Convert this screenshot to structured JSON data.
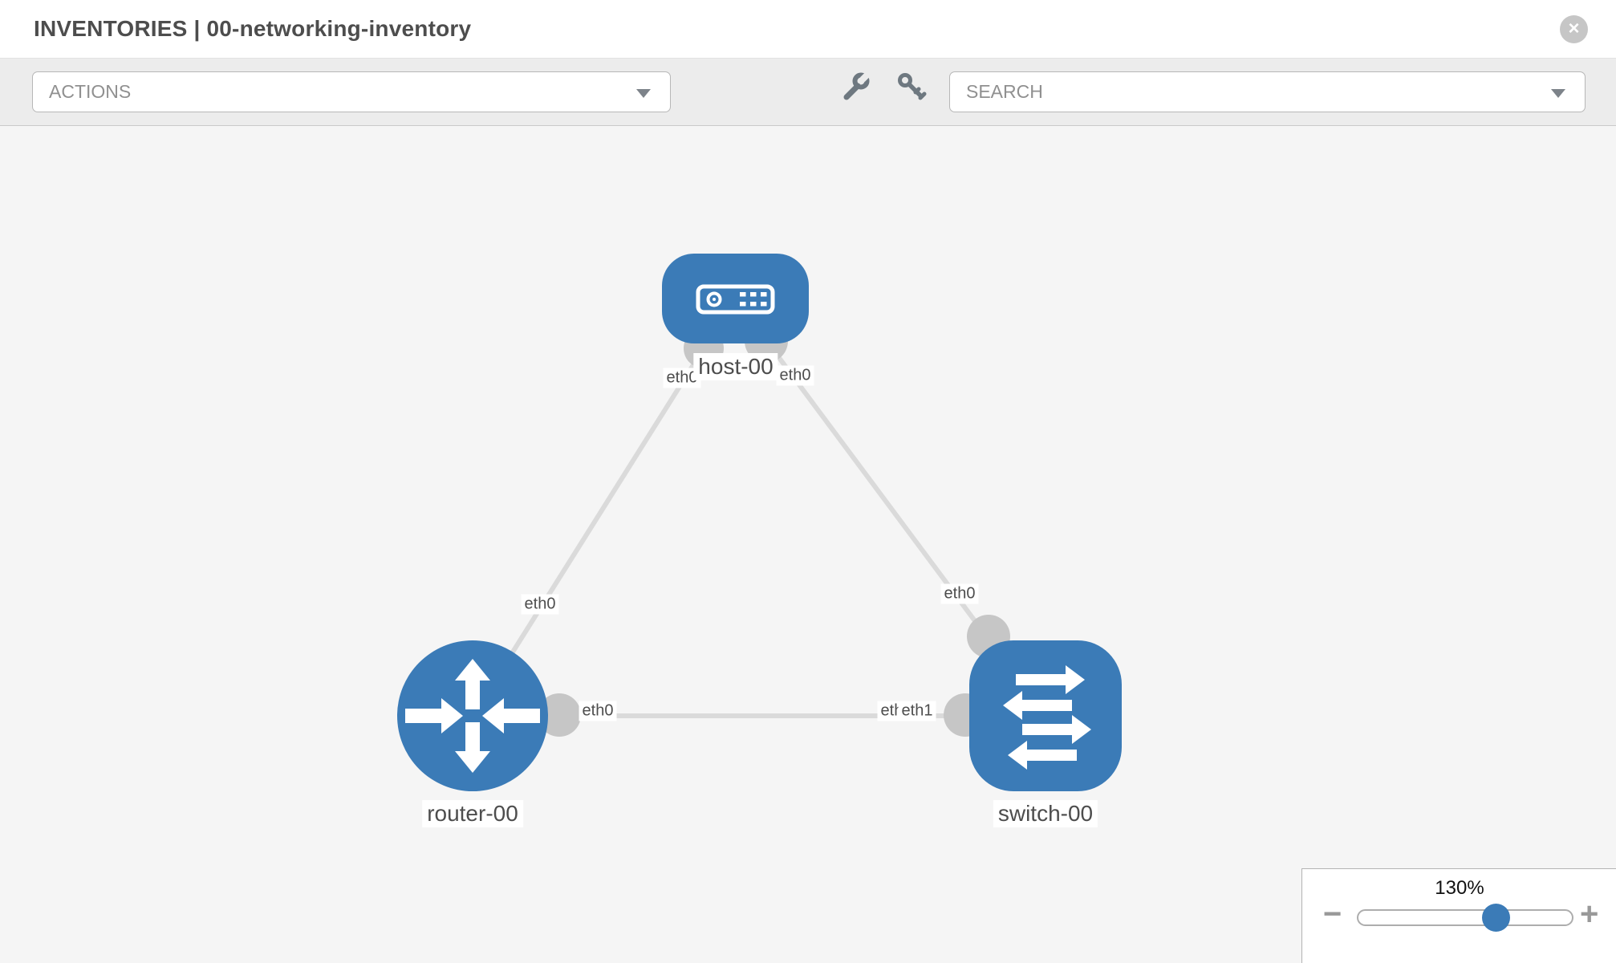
{
  "header": {
    "title_primary": "INVENTORIES",
    "title_separator": " | ",
    "title_secondary": "00-networking-inventory",
    "close_label": "×"
  },
  "toolbar": {
    "actions_label": "ACTIONS",
    "search_label": "SEARCH"
  },
  "topology": {
    "nodes": [
      {
        "id": "host-00",
        "type": "host",
        "label": "host-00"
      },
      {
        "id": "router-00",
        "type": "router",
        "label": "router-00"
      },
      {
        "id": "switch-00",
        "type": "switch",
        "label": "switch-00"
      }
    ],
    "links": [
      {
        "from": "host-00",
        "from_interface": "eth0",
        "to": "router-00",
        "to_interface": "eth0"
      },
      {
        "from": "host-00",
        "from_interface": "eth0",
        "to": "switch-00",
        "to_interface": "eth0"
      },
      {
        "from": "router-00",
        "from_interface": "eth0",
        "to": "switch-00",
        "to_interface": "eth1"
      }
    ],
    "interface_labels": {
      "host_to_router_at_host": "eth0",
      "host_to_switch_at_host": "eth0",
      "host_to_router_at_router": "eth0",
      "host_to_switch_at_switch": "eth0",
      "router_to_switch_at_router": "eth0",
      "router_to_switch_at_switch": "eth1",
      "router_to_switch_at_switch_shadow": "eth1"
    }
  },
  "zoom_control": {
    "level": "130%",
    "minus_label": "−",
    "plus_label": "+",
    "slider_percent": 64
  },
  "colors": {
    "node_blue": "#3b7bb7",
    "link_gray": "#dadada",
    "interface_gray": "#c6c6c6",
    "canvas_bg": "#f5f5f5",
    "toolbar_bg": "#ececec"
  }
}
